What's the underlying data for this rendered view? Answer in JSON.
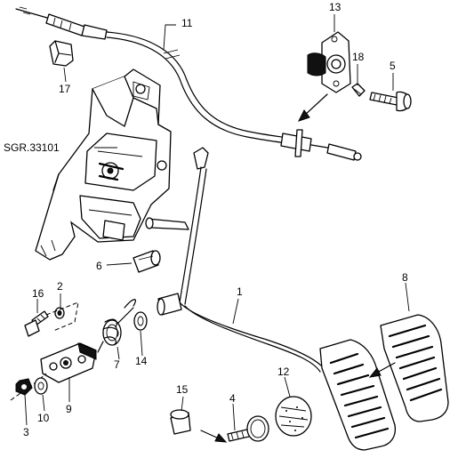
{
  "diagram": {
    "reference": "SGR.33101",
    "callouts": {
      "c1": "1",
      "c2": "2",
      "c3": "3",
      "c4": "4",
      "c5": "5",
      "c6": "6",
      "c7": "7",
      "c8": "8",
      "c9": "9",
      "c10": "10",
      "c11": "11",
      "c12": "12",
      "c13": "13",
      "c14": "14",
      "c15": "15",
      "c16": "16",
      "c17": "17",
      "c18": "18"
    }
  }
}
